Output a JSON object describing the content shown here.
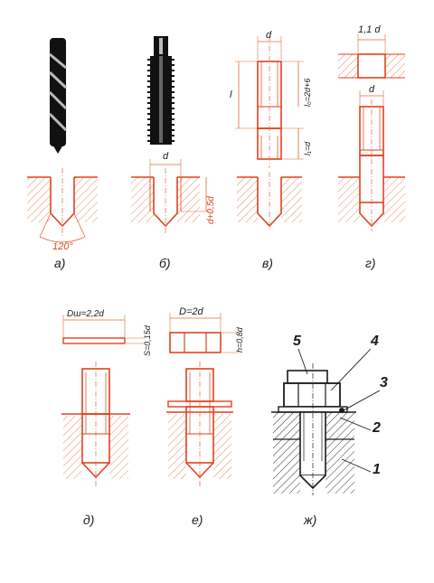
{
  "colors": {
    "line": "#e0421e",
    "dim": "#e06a3a",
    "ink": "#1b1b1b",
    "background": "#ffffff"
  },
  "icons": [
    "drill-icon",
    "tap-icon"
  ],
  "captions": [
    "а)",
    "б)",
    "в)",
    "г)",
    "д)",
    "е)",
    "ж)"
  ],
  "dimensions": {
    "angle": "120°",
    "diameter": "d",
    "tapped_depth": "d+0,5d",
    "stud_length": "l",
    "l0": "l₀=2d+6",
    "l1": "l₁=d",
    "clearance": "1,1 d",
    "washer_diameter": "Dш=2,2d",
    "washer_thickness": "S=0,15d",
    "nut_diameter": "D=2d",
    "nut_height": "h=0,8d"
  },
  "callouts": [
    "5",
    "4",
    "3",
    "2",
    "1"
  ]
}
